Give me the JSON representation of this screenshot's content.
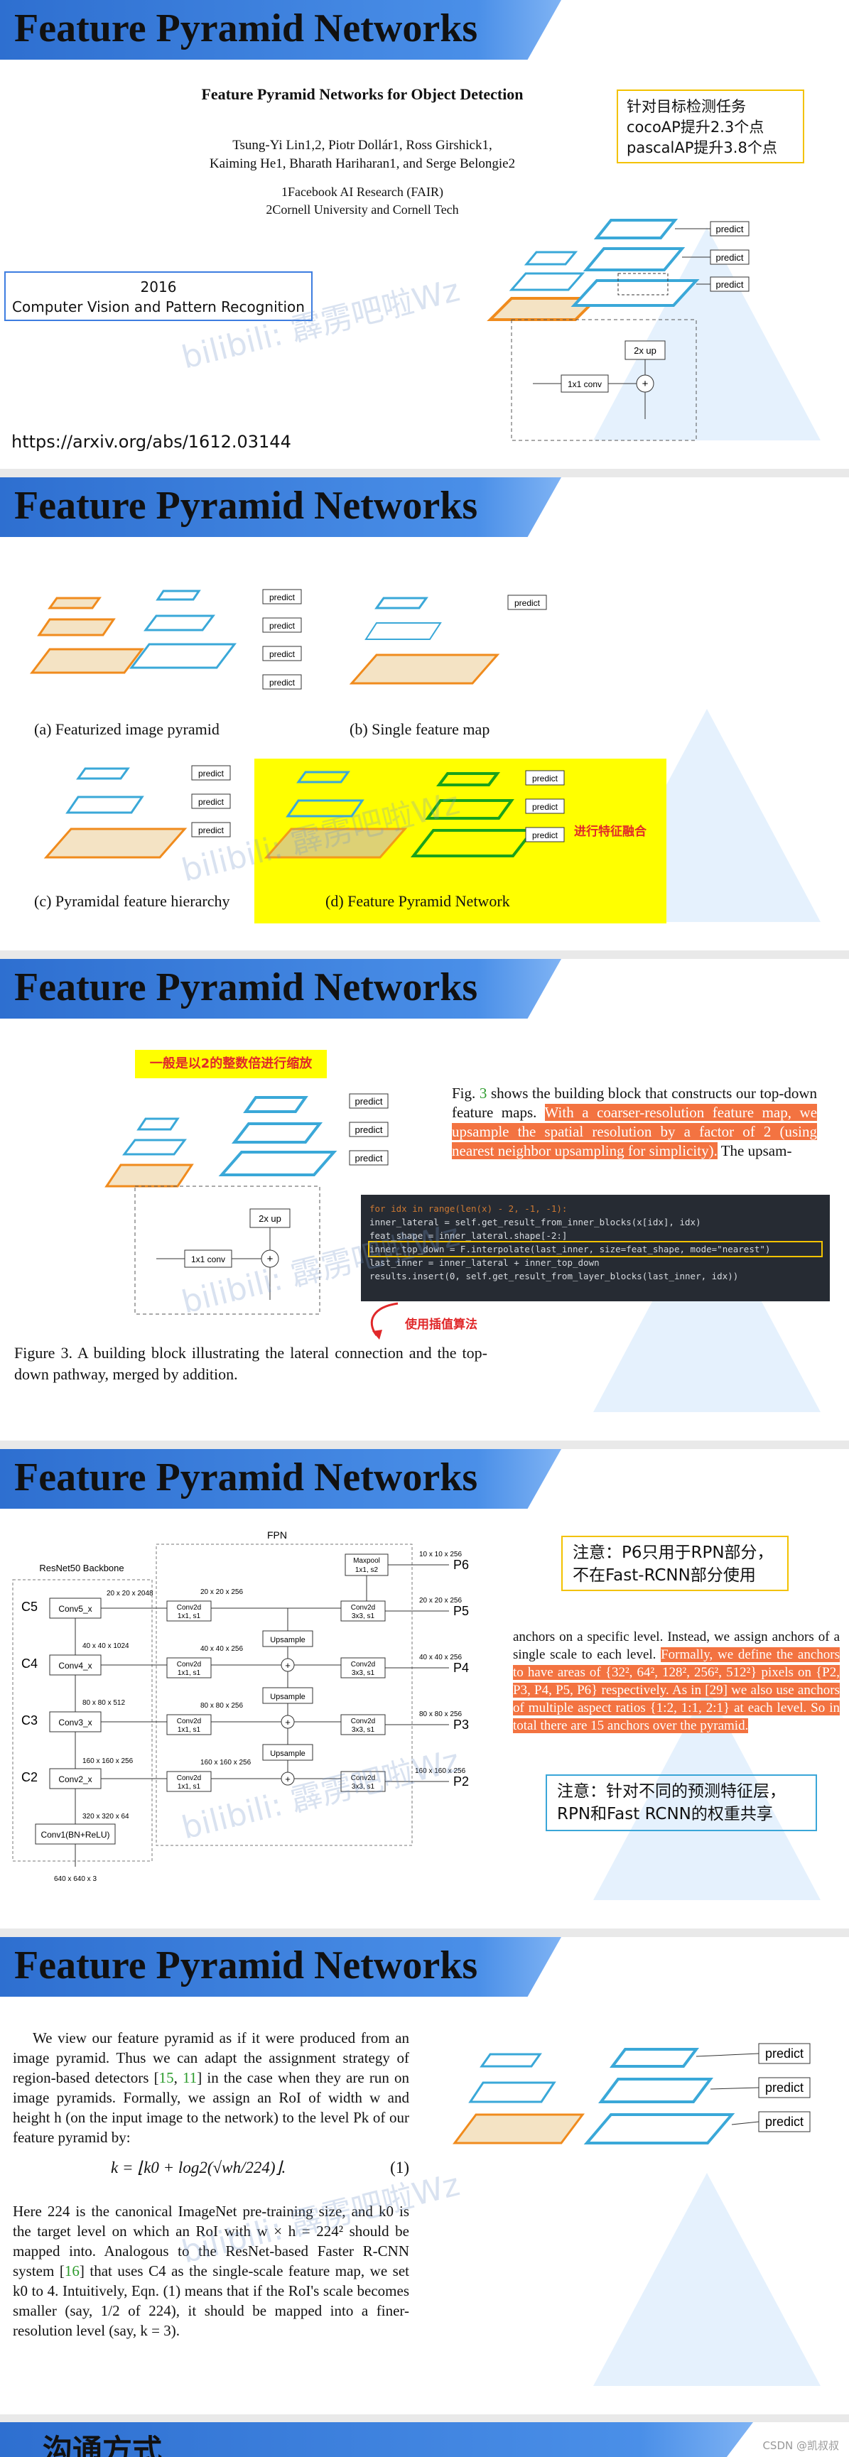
{
  "banner_title": "Feature Pyramid Networks",
  "slide1": {
    "paper_title": "Feature Pyramid Networks for Object Detection",
    "authors_line1": "Tsung-Yi Lin1,2, Piotr Dollár1, Ross Girshick1,",
    "authors_line2": "Kaiming He1, Bharath Hariharan1, and Serge Belongie2",
    "affil_line1": "1Facebook AI Research (FAIR)",
    "affil_line2": "2Cornell University and Cornell Tech",
    "note_line1": "针对目标检测任务",
    "note_line2": "cocoAP提升2.3个点",
    "note_line3": "pascalAP提升3.8个点",
    "venue_year": "2016",
    "venue_name": "Computer Vision and Pattern Recognition",
    "url": "https://arxiv.org/abs/1612.03144",
    "predict": "predict",
    "up_label": "2x up",
    "conv_label": "1x1 conv",
    "plus": "+"
  },
  "watermark": "bilibili: 霹雳吧啦Wz",
  "slide2": {
    "caption_a": "(a) Featurized image pyramid",
    "caption_b": "(b) Single feature map",
    "caption_c": "(c) Pyramidal feature hierarchy",
    "caption_d": "(d) Feature Pyramid Network",
    "red_note": "进行特征融合",
    "predict": "predict"
  },
  "slide3": {
    "tag": "一般是以2的整数倍进行缩放",
    "para_plain1": "Fig. ",
    "para_ref": "3",
    "para_plain2": " shows the building block that constructs our top-down feature maps. ",
    "para_hl": "With a coarser-resolution feature map, we upsample the spatial resolution by a factor of 2 (using nearest neighbor upsampling for simplicity).",
    "para_plain3": " The upsam-",
    "code_lines": [
      "for idx in range(len(x) - 2, -1, -1):",
      "    inner_lateral = self.get_result_from_inner_blocks(x[idx], idx)",
      "    feat_shape = inner_lateral.shape[-2:]",
      "    inner_top_down = F.interpolate(last_inner, size=feat_shape, mode=\"nearest\")",
      "    last_inner = inner_lateral + inner_top_down",
      "    results.insert(0, self.get_result_from_layer_blocks(last_inner, idx))"
    ],
    "red_note": "使用插值算法",
    "caption": "Figure 3. A building block illustrating the lateral connection and the top-down pathway, merged by addition.",
    "predict": "predict",
    "up_label": "2x up",
    "conv_label": "1x1 conv",
    "plus": "+"
  },
  "slide4": {
    "fpn_label": "FPN",
    "backbone_label": "ResNet50 Backbone",
    "stages": [
      "C5",
      "C4",
      "C3",
      "C2"
    ],
    "stage_blocks": [
      "Conv5_x",
      "Conv4_x",
      "Conv3_x",
      "Conv2_x"
    ],
    "stem": "Conv1(BN+ReLU)",
    "input_size": "640 x 640 x 3",
    "stem_size": "320 x 320 x 64",
    "c_sizes": [
      "20 x 20 x 2048",
      "40 x 40 x 1024",
      "80 x 80 x 512",
      "160 x 160 x 256"
    ],
    "lat_sizes": [
      "20 x 20 x 256",
      "40 x 40 x 256",
      "80 x 80 x 256",
      "160 x 160 x 256"
    ],
    "conv1_label": "Conv2d\n1x1, s1",
    "conv3_label": "Conv2d\n3x3, s1",
    "upsample": "Upsample",
    "maxpool": "Maxpool\n1x1, s2",
    "outputs": [
      "P6",
      "P5",
      "P4",
      "P3",
      "P2"
    ],
    "out_sizes": [
      "10 x 10 x 256",
      "20 x 20 x 256",
      "40 x 40 x 256",
      "80 x 80 x 256",
      "160 x 160 x 256"
    ],
    "note1_line1": "注意：P6只用于RPN部分，",
    "note1_line2": "不在Fast-RCNN部分使用",
    "para_plain": "anchors on a specific level. Instead, we assign anchors of a single scale to each level. ",
    "para_hl": "Formally, we define the anchors to have areas of {32², 64², 128², 256², 512²} pixels on {P2, P3, P4, P5, P6} respectively. As in [29] we also use anchors of multiple aspect ratios {1:2, 1:1, 2:1} at each level. So in total there are 15 anchors over the pyramid.",
    "note2_line1": "注意：针对不同的预测特征层，",
    "note2_line2": "RPN和Fast RCNN的权重共享",
    "plus": "+"
  },
  "slide5": {
    "para1_a": "We view our feature pyramid as if it were produced from an image pyramid. Thus we can adapt the assignment strategy of region-based detectors [",
    "ref1": "15",
    "para1_b": ", ",
    "ref2": "11",
    "para1_c": "] in the case when they are run on image pyramids. Formally, we assign an RoI of width w and height h (on the input image to the network) to the level Pk of our feature pyramid by:",
    "formula": "k = ⌊k0 + log2(√wh/224)⌋.",
    "formula_num": "(1)",
    "para2_a": "Here 224 is the canonical ImageNet pre-training size, and k0 is the target level on which an RoI with w × h = 224² should be mapped into. Analogous to the ResNet-based Faster R-CNN system [",
    "ref3": "16",
    "para2_b": "] that uses C4 as the single-scale feature map, we set k0 to 4. Intuitively, Eqn. (1) means that if the RoI's scale becomes smaller (say, 1/2 of 224), it should be mapped into a finer-resolution level (say, k = 3).",
    "predict": "predict"
  },
  "slide6": {
    "title": "沟通方式",
    "csdn": "CSDN @凯叔叔"
  }
}
